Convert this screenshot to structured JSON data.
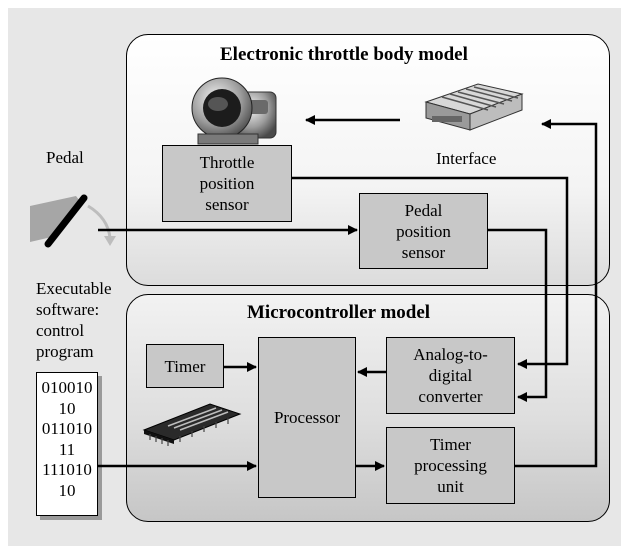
{
  "regions": {
    "etb_title": "Electronic throttle body model",
    "mcu_title": "Microcontroller model"
  },
  "labels": {
    "pedal": "Pedal",
    "interface": "Interface",
    "executable_line1": "Executable",
    "executable_line2": "software:",
    "executable_line3": "control",
    "executable_line4": "program"
  },
  "blocks": {
    "throttle_sensor": [
      "Throttle",
      "position",
      "sensor"
    ],
    "pedal_sensor": [
      "Pedal",
      "position",
      "sensor"
    ],
    "timer": "Timer",
    "processor": "Processor",
    "adc": [
      "Analog-to-",
      "digital",
      "converter"
    ],
    "tpu": [
      "Timer",
      "processing",
      "unit"
    ]
  },
  "code_lines": [
    "010010",
    "10",
    "011010",
    "11",
    "111010",
    "10"
  ],
  "icons": [
    "throttle-body-icon",
    "ecu-interface-icon",
    "pedal-icon",
    "microchip-icon"
  ],
  "colors": {
    "block_fill": "#c8c8c8",
    "background": "#e7e7e7",
    "line": "#000000"
  }
}
